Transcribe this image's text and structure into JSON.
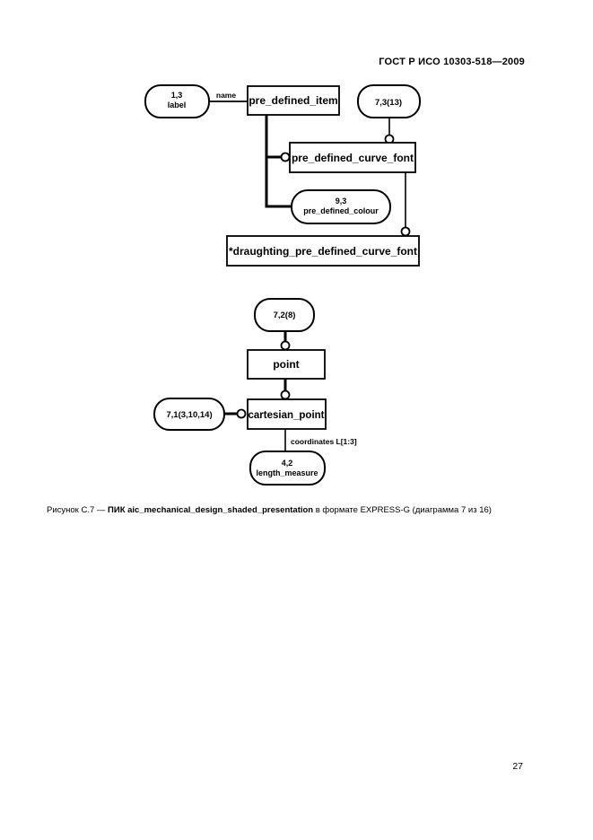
{
  "header": {
    "standard_ref": "ГОСТ Р ИСО 10303-518—2009"
  },
  "footer": {
    "page_number": "27"
  },
  "caption": {
    "prefix": "Рисунок  С.7 — ",
    "bold_part": "ПИК aic_mechanical_design_shaded_presentation",
    "suffix": " в формате EXPRESS-G (диаграмма 7 из 16)"
  },
  "diagram_top": {
    "label_oval": {
      "ref": "1,3",
      "name": "label"
    },
    "name_edge_label": "name",
    "pre_defined_item_box": "pre_defined_item",
    "page_ref_7_3_oval": "7,3(13)",
    "pre_defined_curve_font_box": "pre_defined_curve_font",
    "pre_defined_colour_oval": {
      "ref": "9,3",
      "name": "pre_defined_colour"
    },
    "draughting_box": "*draughting_pre_defined_curve_font"
  },
  "diagram_bottom": {
    "page_ref_7_2_oval": "7,2(8)",
    "point_box": "point",
    "page_ref_7_1_oval": "7,1(3,10,14)",
    "cartesian_point_box": "cartesian_point",
    "coordinates_edge_label": "coordinates L[1:3]",
    "length_measure_oval": {
      "ref": "4,2",
      "name": "length_measure"
    }
  }
}
